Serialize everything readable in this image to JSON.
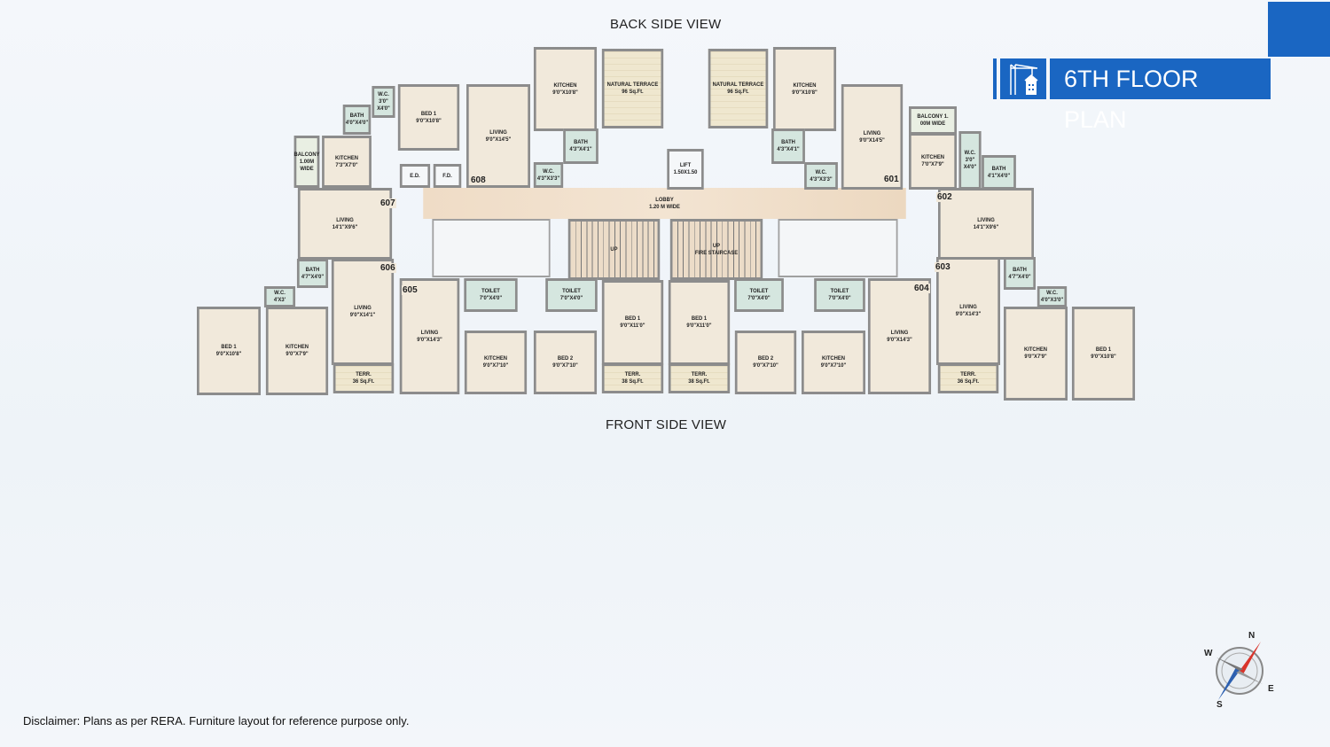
{
  "header": {
    "back_view": "BACK SIDE VIEW",
    "front_view": "FRONT SIDE VIEW",
    "title": "6TH FLOOR PLAN",
    "title_icon": "crane-building-icon",
    "brand_color": "#1a66c2"
  },
  "rooms": [
    {
      "label": "W.C.",
      "dim": "3'0\" X4'0\""
    },
    {
      "label": "BATH",
      "dim": "4'0\"X4'0\""
    },
    {
      "label": "BALCONY",
      "dim": "1.00M WIDE"
    },
    {
      "label": "KITCHEN",
      "dim": "7'3\"X7'0\""
    },
    {
      "label": "BED 1",
      "dim": "9'0\"X10'8\""
    },
    {
      "label": "E.D.",
      "dim": ""
    },
    {
      "label": "F.D.",
      "dim": ""
    },
    {
      "label": "LIVING",
      "dim": "9'0\"X14'5\""
    },
    {
      "label": "KITCHEN",
      "dim": "9'0\"X10'8\""
    },
    {
      "label": "NATURAL TERRACE",
      "dim": "96 Sq.Ft."
    },
    {
      "label": "BATH",
      "dim": "4'3\"X4'1\""
    },
    {
      "label": "W.C.",
      "dim": "4'3\"X3'3\""
    },
    {
      "label": "LIFT",
      "dim": "1.50X1.50"
    },
    {
      "label": "LOBBY",
      "dim": "1.20 M WIDE"
    },
    {
      "label": "LIVING",
      "dim": "14'1\"X9'6\""
    },
    {
      "label": "BATH",
      "dim": "4'7\"X4'0\""
    },
    {
      "label": "LIVING",
      "dim": "9'0\"X14'1\""
    },
    {
      "label": "W.C.",
      "dim": "4'X3'"
    },
    {
      "label": "BED 1",
      "dim": "9'0\"X10'8\""
    },
    {
      "label": "KITCHEN",
      "dim": "9'0\"X7'9\""
    },
    {
      "label": "TERR.",
      "dim": "36 Sq.Ft."
    },
    {
      "label": "",
      "dim": ""
    },
    {
      "label": "UP",
      "dim": ""
    },
    {
      "label": "UP",
      "dim": "FIRE STAIRCASE"
    },
    {
      "label": "",
      "dim": ""
    },
    {
      "label": "LIVING",
      "dim": "9'0\"X14'3\""
    },
    {
      "label": "TOILET",
      "dim": "7'0\"X4'0\""
    },
    {
      "label": "KITCHEN",
      "dim": "9'0\"X7'10\""
    },
    {
      "label": "TOILET",
      "dim": "7'0\"X4'0\""
    },
    {
      "label": "BED 2",
      "dim": "9'0\"X7'10\""
    },
    {
      "label": "BED 1",
      "dim": "9'0\"X11'0\""
    },
    {
      "label": "TERR.",
      "dim": "38 Sq.Ft."
    },
    {
      "label": "BED 1",
      "dim": "9'0\"X11'0\""
    },
    {
      "label": "TERR.",
      "dim": "38 Sq.Ft."
    },
    {
      "label": "TOILET",
      "dim": "7'0\"X4'0\""
    },
    {
      "label": "BED 2",
      "dim": "9'0\"X7'10\""
    },
    {
      "label": "TOILET",
      "dim": "7'0\"X4'0\""
    },
    {
      "label": "KITCHEN",
      "dim": "9'0\"X7'10\""
    },
    {
      "label": "LIVING",
      "dim": "9'0\"X14'3\""
    },
    {
      "label": "NATURAL TERRACE",
      "dim": "96 Sq.Ft."
    },
    {
      "label": "KITCHEN",
      "dim": "9'0\"X10'8\""
    },
    {
      "label": "BATH",
      "dim": "4'3\"X4'1\""
    },
    {
      "label": "W.C.",
      "dim": "4'3\"X3'3\""
    },
    {
      "label": "LIVING",
      "dim": "9'0\"X14'5\""
    },
    {
      "label": "BALCONY 1.",
      "dim": "00M WIDE"
    },
    {
      "label": "KITCHEN",
      "dim": "7'0\"X7'9\""
    },
    {
      "label": "W.C.",
      "dim": "3'0\" X4'0\""
    },
    {
      "label": "BATH",
      "dim": "4'1\"X4'0\""
    },
    {
      "label": "LIVING",
      "dim": "14'1\"X9'6\""
    },
    {
      "label": "LIVING",
      "dim": "9'0\"X14'3\""
    },
    {
      "label": "BATH",
      "dim": "4'7\"X4'0\""
    },
    {
      "label": "W.C.",
      "dim": "4'0\"X3'0\""
    },
    {
      "label": "KITCHEN",
      "dim": "9'0\"X7'9\""
    },
    {
      "label": "BED 1",
      "dim": "9'0\"X10'8\""
    },
    {
      "label": "TERR.",
      "dim": "36 Sq.Ft."
    }
  ],
  "units": [
    "608",
    "607",
    "606",
    "605",
    "601",
    "602",
    "603",
    "604"
  ],
  "compass": {
    "n": "N",
    "e": "E",
    "s": "S",
    "w": "W"
  },
  "disclaimer": "Disclaimer: Plans as per RERA. Furniture layout for reference purpose only."
}
